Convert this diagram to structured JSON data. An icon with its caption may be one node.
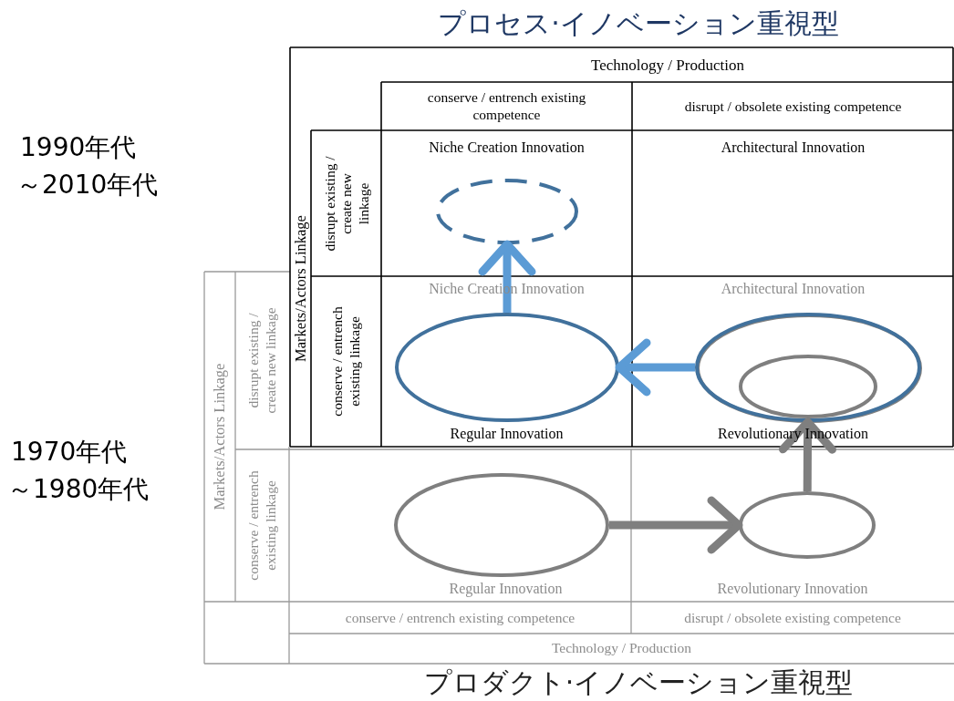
{
  "diagram": {
    "nodes": [
      {
        "text": [],
        "shape": "ellipse"
      },
      {
        "text": [],
        "shape": "ellipse"
      },
      {
        "text": [],
        "shape": "ellipse"
      },
      {
        "text": [],
        "shape": "ellipse",
        "in": 2
      },
      {
        "text": [],
        "shape": "ellipse"
      },
      {
        "text": [],
        "shape": "ellipse"
      }
    ],
    "edges": [
      {
        "from": 1,
        "to": 0,
        "arrow": "to",
        "color": "#5b9bd5"
      },
      {
        "from": 2,
        "to": 1,
        "arrow": "to",
        "color": "#5b9bd5"
      },
      {
        "from": 4,
        "to": 5,
        "arrow": "to",
        "color": "#7f7f7f"
      },
      {
        "from": 5,
        "to": 2,
        "arrow": "to",
        "color": "#7f7f7f"
      }
    ],
    "labels": [
      "プロセス·イノベーション重視型",
      "1990年代",
      "～2010年代",
      "1970年代",
      "～1980年代",
      "Technology / Production",
      "conserve / entrench existing competence",
      "disrupt / obsolete existing competence",
      "Markets/Actors Linkage",
      "disrupt existing / create new linkage",
      "conserve / entrench existing linkage",
      "Niche Creation Innovation",
      "Architectural Innovation",
      "Regular Innovation",
      "Revolutionary Innovation",
      "Niche Creation Innovation",
      "Architectural Innovation",
      "Markets/Actors Linkage",
      "disrupt existing / create new linkage",
      "conserve / entrench existing linkage",
      "Regular Innovation",
      "Revolutionary Innovation",
      "conserve / entrench existing competence",
      "disrupt / obsolete existing competence",
      "Technology / Production",
      "プロダクト·イノベーション重視型"
    ]
  }
}
